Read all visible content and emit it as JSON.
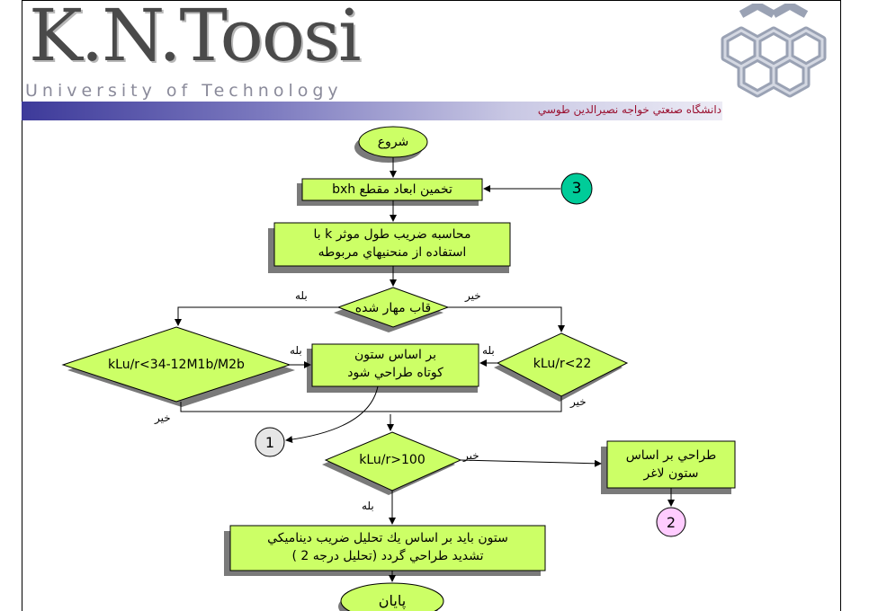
{
  "header": {
    "logo_text": "K.N.Toosi",
    "logo_subtext": "University of Technology",
    "persian_name": "دانشگاه صنعتي خواجه نصيرالدين طوسي"
  },
  "flowchart": {
    "start": "شروع",
    "estimate": "تخمين ابعاد مقطع  bxh",
    "compute_line1": "محاسبه ضريب طول موثر k با",
    "compute_line2": "استفاده از منحنيهاي مربوطه",
    "braced": "قاب مهار شده",
    "cond_braced": "kLu/r<34-12M1b/M2b",
    "cond_unbraced": "kLu/r<22",
    "short_line1": "بر اساس ستون",
    "short_line2": "كوتاه طراحي شود",
    "cond_slender": "kLu/r>100",
    "slender_line1": "طراحي بر اساس",
    "slender_line2": "ستون لاغر",
    "dynamic_line1": "ستون بايد بر اساس يك تحليل ضريب ديناميكي",
    "dynamic_line2": "تشديد طراحي گردد (تحليل درجه 2 )",
    "end": "پايان",
    "yes": "بله",
    "no": "خير",
    "connector_3": "3",
    "connector_1": "1",
    "connector_2": "2"
  },
  "colors": {
    "box_fill": "#ccff66",
    "terminal_fill": "#ccff66",
    "shadow": "#7a7a7a",
    "connector_3": "#00cc99",
    "connector_1": "#e6e6e6",
    "connector_2": "#ffccff",
    "header_bar": "#3d3a9a",
    "persian_text": "#9a1030"
  }
}
